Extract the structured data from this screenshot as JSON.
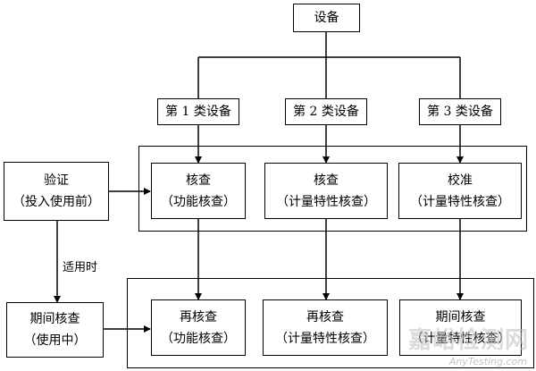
{
  "nodes": {
    "device": "设备",
    "class1": "第 1 类设备",
    "class2": "第 2 类设备",
    "class3": "第 3 类设备",
    "verify": {
      "line1": "验证",
      "line2": "（投入使用前）"
    },
    "check1": {
      "line1": "核查",
      "line2": "（功能核查）"
    },
    "check2": {
      "line1": "核查",
      "line2": "（计量特性核查）"
    },
    "calib3": {
      "line1": "校准",
      "line2": "（计量特性核查）"
    },
    "period_check": {
      "line1": "期间核查",
      "line2": "（使用中）"
    },
    "recheck1": {
      "line1": "再核查",
      "line2": "（功能核查）"
    },
    "recheck2": {
      "line1": "再核查",
      "line2": "（计量特性核查）"
    },
    "period3": {
      "line1": "期间核查",
      "line2": "（计量特性核查）"
    }
  },
  "labels": {
    "applicable": "适用时"
  },
  "watermark": {
    "main": "嘉峪检测网",
    "sub": "AnyTesting.com"
  }
}
